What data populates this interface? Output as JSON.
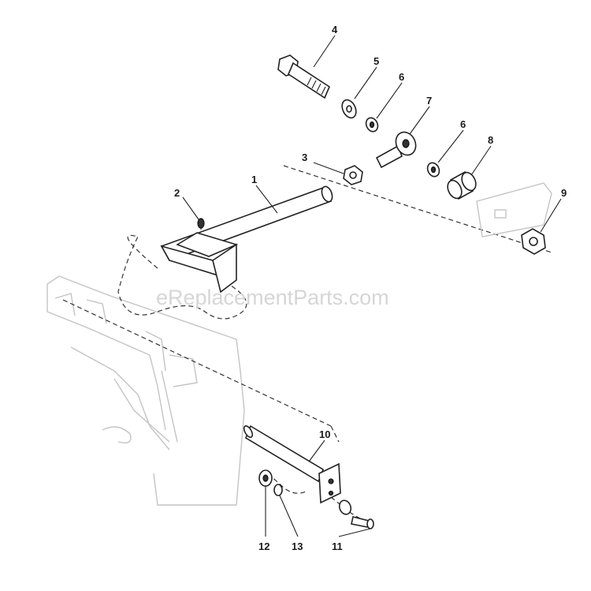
{
  "watermark": "eReplacementParts.com",
  "callouts": {
    "c1": "1",
    "c2": "2",
    "c3": "3",
    "c4": "4",
    "c5": "5",
    "c6a": "6",
    "c6b": "6",
    "c7": "7",
    "c8": "8",
    "c9": "9",
    "c10": "10",
    "c11": "11",
    "c12": "12",
    "c13": "13"
  }
}
